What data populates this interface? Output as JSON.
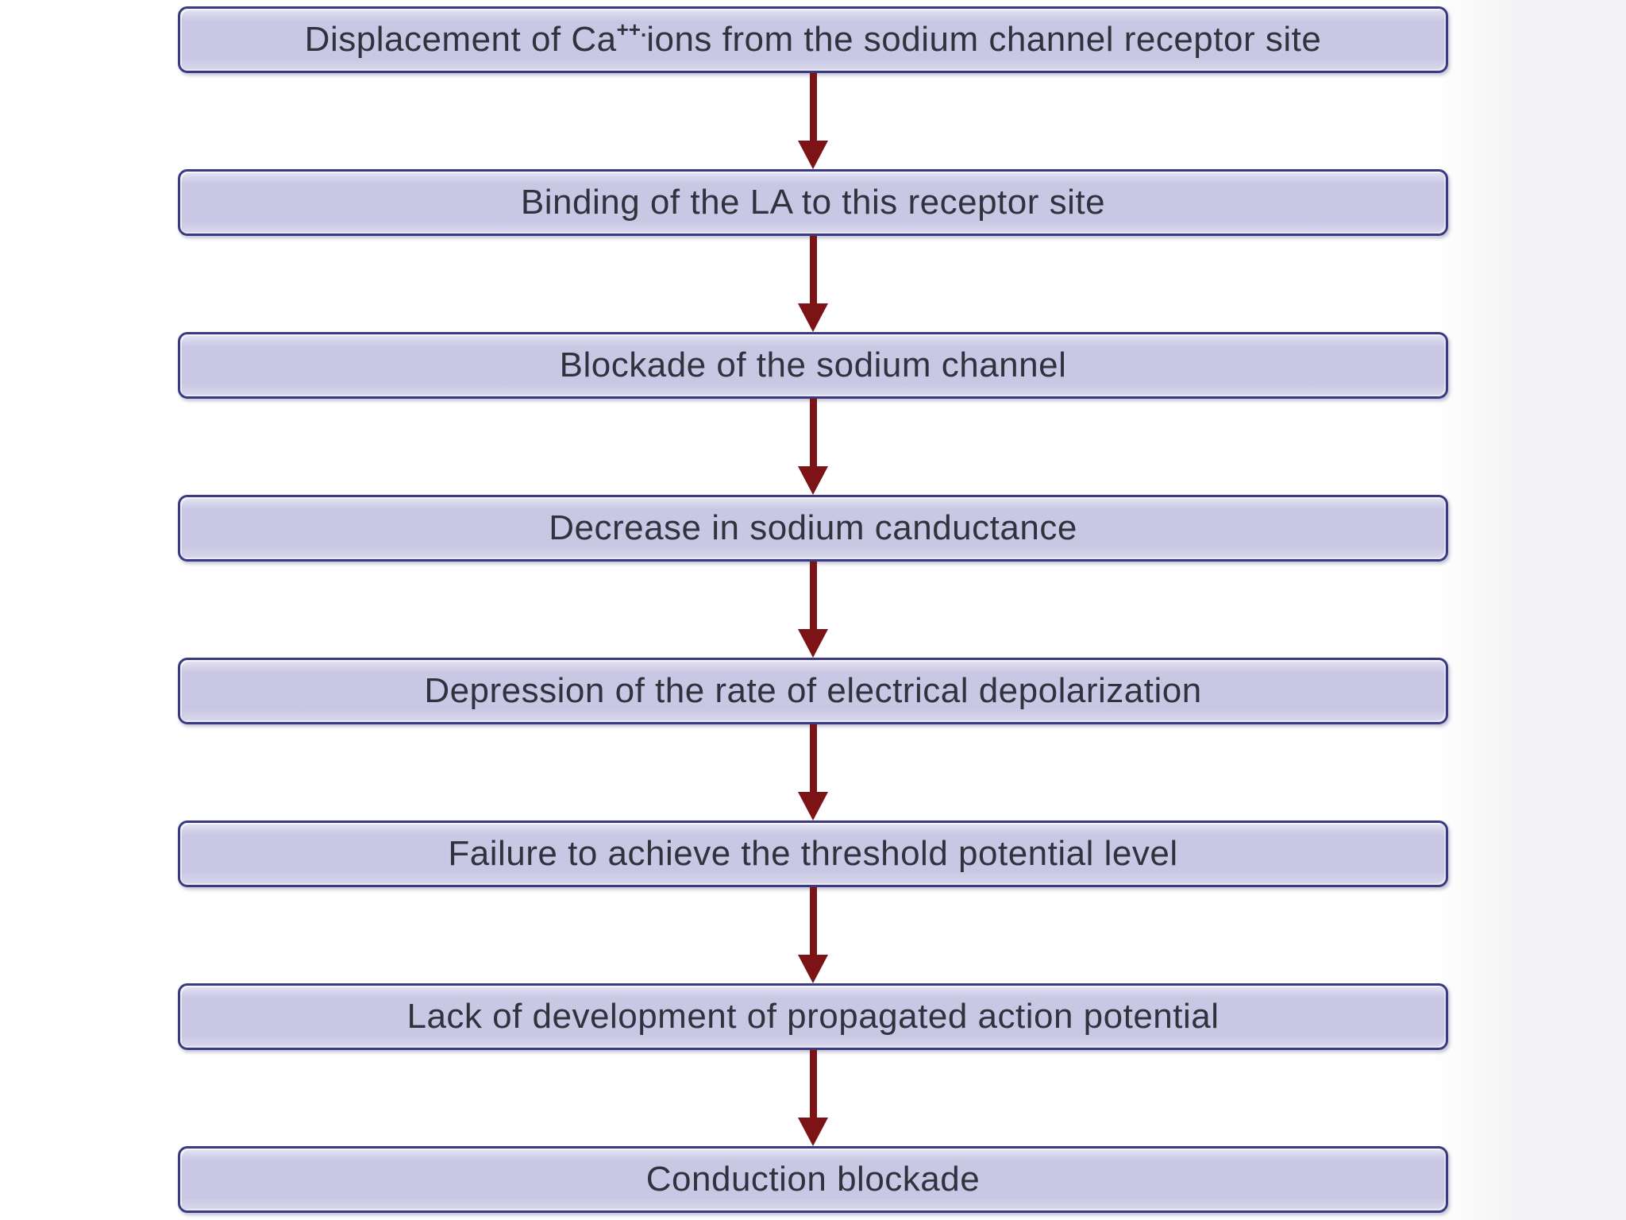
{
  "colors": {
    "box_fill": "#c9c7e4",
    "box_border": "#3a3a82",
    "arrow": "#7c1315",
    "text": "#32323e",
    "background": "#ffffff"
  },
  "steps": [
    {
      "prefix": "Displacement of Ca",
      "sup": "++.",
      "suffix": "ions from the sodium channel receptor site"
    },
    {
      "text": "Binding of the LA to this receptor site"
    },
    {
      "text": "Blockade of the sodium channel"
    },
    {
      "text": "Decrease in sodium canductance"
    },
    {
      "text": "Depression of the rate of electrical depolarization"
    },
    {
      "text": "Failure to achieve the threshold potential level"
    },
    {
      "text": "Lack of development of propagated action potential"
    },
    {
      "text": "Conduction blockade"
    }
  ]
}
